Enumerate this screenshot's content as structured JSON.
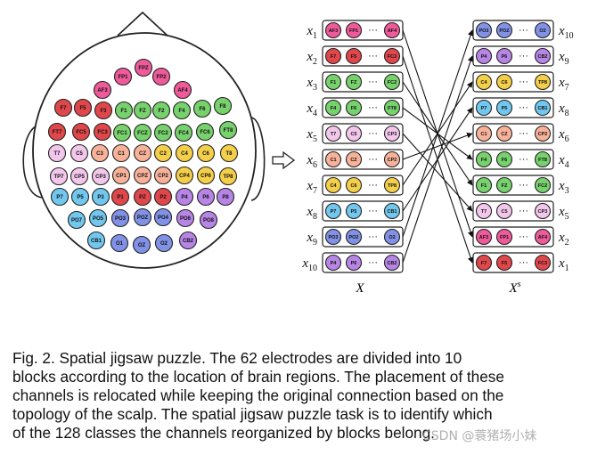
{
  "colors": {
    "pink": "#ef5a9a",
    "red": "#e0474b",
    "orange": "#f7a86b",
    "yellow": "#f4cf4a",
    "green": "#77d16c",
    "peach": "#f9b29a",
    "lavender": "#f3c7ec",
    "lightblue": "#72c7ee",
    "blue": "#8191e6",
    "purple": "#b785e6",
    "stroke": "#222222"
  },
  "head": {
    "electrodes": [
      {
        "label": "FP1",
        "c": "pink"
      },
      {
        "label": "FPZ",
        "c": "pink"
      },
      {
        "label": "FP2",
        "c": "pink"
      },
      {
        "label": "AF3",
        "c": "pink"
      },
      {
        "label": "AF4",
        "c": "pink"
      },
      {
        "label": "F7",
        "c": "red"
      },
      {
        "label": "F5",
        "c": "red"
      },
      {
        "label": "F3",
        "c": "red"
      },
      {
        "label": "F1",
        "c": "green"
      },
      {
        "label": "FZ",
        "c": "green"
      },
      {
        "label": "F2",
        "c": "green"
      },
      {
        "label": "F4",
        "c": "green"
      },
      {
        "label": "F6",
        "c": "green"
      },
      {
        "label": "F8",
        "c": "green"
      },
      {
        "label": "FT7",
        "c": "red"
      },
      {
        "label": "FC5",
        "c": "red"
      },
      {
        "label": "FC3",
        "c": "red"
      },
      {
        "label": "FC1",
        "c": "green"
      },
      {
        "label": "FCZ",
        "c": "green"
      },
      {
        "label": "FC2",
        "c": "green"
      },
      {
        "label": "FC4",
        "c": "green"
      },
      {
        "label": "FC6",
        "c": "green"
      },
      {
        "label": "FT8",
        "c": "green"
      },
      {
        "label": "T7",
        "c": "lavender"
      },
      {
        "label": "C5",
        "c": "lavender"
      },
      {
        "label": "C3",
        "c": "peach"
      },
      {
        "label": "C1",
        "c": "peach"
      },
      {
        "label": "CZ",
        "c": "peach"
      },
      {
        "label": "C2",
        "c": "yellow"
      },
      {
        "label": "C4",
        "c": "yellow"
      },
      {
        "label": "C6",
        "c": "yellow"
      },
      {
        "label": "T8",
        "c": "yellow"
      },
      {
        "label": "TP7",
        "c": "lavender"
      },
      {
        "label": "CP5",
        "c": "lavender"
      },
      {
        "label": "CP3",
        "c": "lavender"
      },
      {
        "label": "CP1",
        "c": "peach"
      },
      {
        "label": "CPZ",
        "c": "peach"
      },
      {
        "label": "CP2",
        "c": "peach"
      },
      {
        "label": "CP4",
        "c": "yellow"
      },
      {
        "label": "CP6",
        "c": "yellow"
      },
      {
        "label": "TP8",
        "c": "yellow"
      },
      {
        "label": "P7",
        "c": "lightblue"
      },
      {
        "label": "P5",
        "c": "lightblue"
      },
      {
        "label": "P3",
        "c": "lightblue"
      },
      {
        "label": "P1",
        "c": "red"
      },
      {
        "label": "PZ",
        "c": "red"
      },
      {
        "label": "P2",
        "c": "red"
      },
      {
        "label": "P4",
        "c": "purple"
      },
      {
        "label": "P6",
        "c": "purple"
      },
      {
        "label": "P8",
        "c": "purple"
      },
      {
        "label": "PO7",
        "c": "lightblue"
      },
      {
        "label": "PO5",
        "c": "lightblue"
      },
      {
        "label": "PO3",
        "c": "blue"
      },
      {
        "label": "POZ",
        "c": "blue"
      },
      {
        "label": "PO4",
        "c": "blue"
      },
      {
        "label": "PO6",
        "c": "purple"
      },
      {
        "label": "PO8",
        "c": "purple"
      },
      {
        "label": "CB1",
        "c": "lightblue"
      },
      {
        "label": "O1",
        "c": "blue"
      },
      {
        "label": "OZ",
        "c": "blue"
      },
      {
        "label": "O2",
        "c": "blue"
      },
      {
        "label": "CB2",
        "c": "purple"
      }
    ]
  },
  "left_column": {
    "caption_math": "X",
    "rows": [
      {
        "label": "x",
        "sub": "1",
        "c": "pink",
        "items": [
          "AF3",
          "FP1",
          "AF4"
        ]
      },
      {
        "label": "x",
        "sub": "2",
        "c": "red",
        "items": [
          "F7",
          "F5",
          "FC3"
        ]
      },
      {
        "label": "x",
        "sub": "3",
        "c": "green",
        "items": [
          "F1",
          "FZ",
          "FC2"
        ]
      },
      {
        "label": "x",
        "sub": "4",
        "c": "green",
        "items": [
          "F4",
          "F6",
          "FT8"
        ]
      },
      {
        "label": "x",
        "sub": "5",
        "c": "lavender",
        "items": [
          "T7",
          "C5",
          "CP3"
        ]
      },
      {
        "label": "x",
        "sub": "6",
        "c": "peach",
        "items": [
          "C1",
          "CZ",
          "CP2"
        ]
      },
      {
        "label": "x",
        "sub": "7",
        "c": "yellow",
        "items": [
          "C4",
          "C6",
          "TP8"
        ]
      },
      {
        "label": "x",
        "sub": "8",
        "c": "lightblue",
        "items": [
          "P7",
          "P5",
          "CB1"
        ]
      },
      {
        "label": "x",
        "sub": "9",
        "c": "blue",
        "items": [
          "PO3",
          "PO2",
          "O2"
        ]
      },
      {
        "label": "x",
        "sub": "10",
        "c": "purple",
        "items": [
          "P4",
          "P6",
          "CB2"
        ]
      }
    ]
  },
  "right_column": {
    "caption_math": "X",
    "caption_sup": "s",
    "rows": [
      {
        "label": "x",
        "sub": "10",
        "c": "blue",
        "items": [
          "PO3",
          "POZ",
          "O2"
        ]
      },
      {
        "label": "x",
        "sub": "9",
        "c": "purple",
        "items": [
          "P4",
          "P6",
          "CB2"
        ]
      },
      {
        "label": "x",
        "sub": "7",
        "c": "yellow",
        "items": [
          "C4",
          "C6",
          "TP8"
        ]
      },
      {
        "label": "x",
        "sub": "8",
        "c": "lightblue",
        "items": [
          "P7",
          "P5",
          "CB1"
        ]
      },
      {
        "label": "x",
        "sub": "6",
        "c": "peach",
        "items": [
          "C1",
          "CZ",
          "CP2"
        ]
      },
      {
        "label": "x",
        "sub": "4",
        "c": "green",
        "items": [
          "F4",
          "F6",
          "FT8"
        ]
      },
      {
        "label": "x",
        "sub": "3",
        "c": "green",
        "items": [
          "F1",
          "FZ",
          "FC2"
        ]
      },
      {
        "label": "x",
        "sub": "5",
        "c": "lavender",
        "items": [
          "T7",
          "C5",
          "CP3"
        ]
      },
      {
        "label": "x",
        "sub": "2",
        "c": "pink",
        "items": [
          "AF3",
          "FP1",
          "AF4"
        ]
      },
      {
        "label": "x",
        "sub": "1",
        "c": "red",
        "items": [
          "F7",
          "F5",
          "FC3"
        ]
      }
    ]
  },
  "connections": [
    {
      "from": 1,
      "to": 9
    },
    {
      "from": 2,
      "to": 10
    },
    {
      "from": 3,
      "to": 7
    },
    {
      "from": 4,
      "to": 6
    },
    {
      "from": 5,
      "to": 8
    },
    {
      "from": 6,
      "to": 5
    },
    {
      "from": 7,
      "to": 3
    },
    {
      "from": 8,
      "to": 4
    },
    {
      "from": 9,
      "to": 1
    },
    {
      "from": 10,
      "to": 2
    }
  ],
  "ellipsis": "···",
  "caption": {
    "lines": [
      "Fig. 2. Spatial jigsaw puzzle. The 62 electrodes are divided into 10",
      "blocks according to the location of brain regions. The placement of these",
      "channels is relocated while keeping the original connection based on the",
      "topology of the scalp. The spatial jigsaw puzzle task is to identify which",
      "of the 128 classes the channels reorganized by blocks belong."
    ]
  },
  "watermark": "CSDN @蓑猪场小妹"
}
